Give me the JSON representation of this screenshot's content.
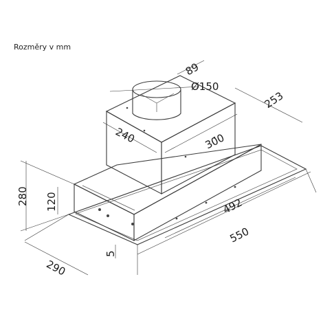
{
  "caption": "Rozměry v mm",
  "dimensions": {
    "duct_offset": "89",
    "duct_diameter": "Ø150",
    "chimney_depth": "253",
    "chimney_side": "240",
    "chimney_width": "300",
    "total_height": "280",
    "body_height": "120",
    "inner_width": "492",
    "total_width": "550",
    "total_depth": "290",
    "frame_thickness": "5"
  },
  "colors": {
    "line": "#3a3a3a",
    "text": "#1a1a1a",
    "background": "#ffffff"
  }
}
